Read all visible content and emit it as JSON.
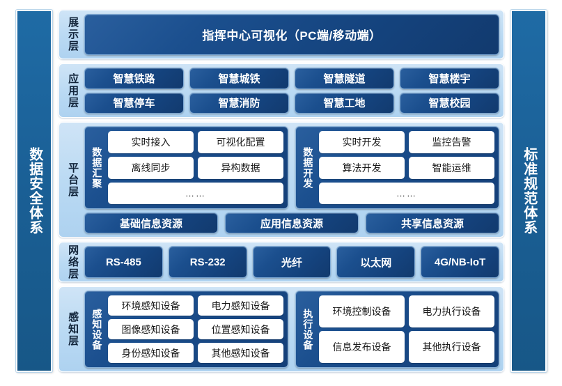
{
  "left_pillar": {
    "label": "数据安全体系"
  },
  "right_pillar": {
    "label": "标准规范体系"
  },
  "layers": {
    "presentation": {
      "label": "展示层",
      "banner": "指挥中心可视化（PC端/移动端）"
    },
    "application": {
      "label": "应用层",
      "row1": [
        "智慧铁路",
        "智慧城铁",
        "智慧隧道",
        "智慧楼宇"
      ],
      "row2": [
        "智慧停车",
        "智慧消防",
        "智慧工地",
        "智慧校园"
      ]
    },
    "platform": {
      "label": "平台层",
      "group_left": {
        "title": "数据汇聚",
        "row1": [
          "实时接入",
          "可视化配置"
        ],
        "row2": [
          "离线同步",
          "异构数据"
        ],
        "row3": [
          "……"
        ]
      },
      "group_right": {
        "title": "数据开发",
        "row1": [
          "实时开发",
          "监控告警"
        ],
        "row2": [
          "算法开发",
          "智能运维"
        ],
        "row3": [
          "……"
        ]
      },
      "resources": [
        "基础信息资源",
        "应用信息资源",
        "共享信息资源"
      ]
    },
    "network": {
      "label": "网络层",
      "items": [
        "RS-485",
        "RS-232",
        "光纤",
        "以太网",
        "4G/NB-IoT"
      ]
    },
    "perception": {
      "label": "感知层",
      "group_left": {
        "title": "感知设备",
        "row1": [
          "环境感知设备",
          "电力感知设备"
        ],
        "row2": [
          "图像感知设备",
          "位置感知设备"
        ],
        "row3": [
          "身份感知设备",
          "其他感知设备"
        ]
      },
      "group_right": {
        "title": "执行设备",
        "row1": [
          "环境控制设备",
          "电力执行设备"
        ],
        "row2": [
          "信息发布设备",
          "其他执行设备"
        ]
      }
    }
  },
  "colors": {
    "pillar_blue": "#1a5f95",
    "chip_blue": "#14427c",
    "layer_bg": "#b9d9f3",
    "cell_white": "#ffffff",
    "page_bg": "#ffffff"
  }
}
